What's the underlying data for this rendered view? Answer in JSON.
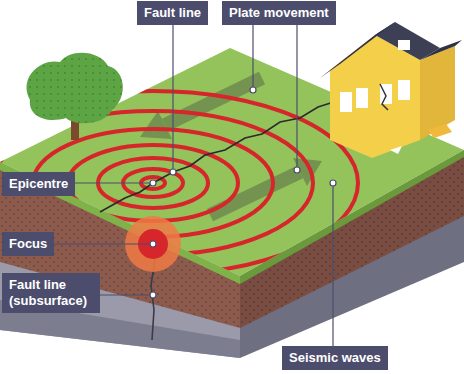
{
  "diagram": {
    "nodes": [
      {
        "text": [
          "Fault line"
        ]
      },
      {
        "text": [
          "Plate movement"
        ]
      },
      {
        "text": [
          "Epicentre"
        ]
      },
      {
        "text": [
          "Focus"
        ]
      },
      {
        "text": [
          "Fault line (subsurface)"
        ]
      },
      {
        "text": [
          "Seismic waves"
        ]
      }
    ]
  }
}
